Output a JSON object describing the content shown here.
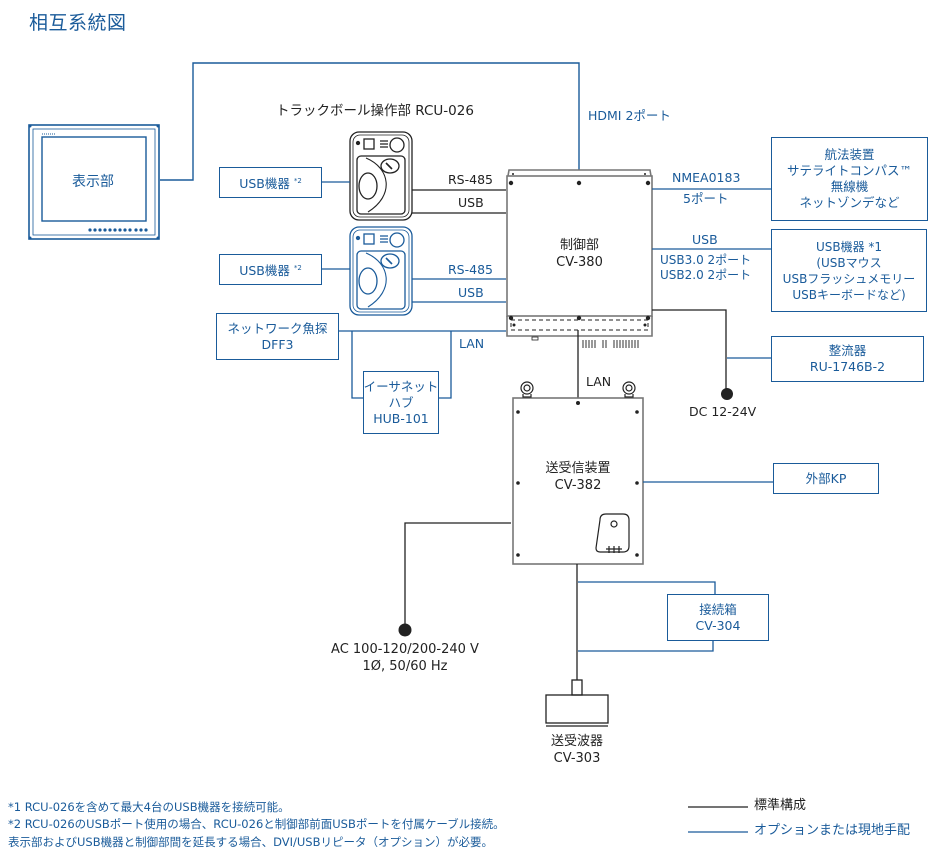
{
  "title": "相互系統図",
  "colors": {
    "standard_line": "#222222",
    "option_line": "#1a5b9a",
    "accent_text": "#1a5b9a",
    "device_outline": "#777777"
  },
  "display_unit": {
    "label": "表示部"
  },
  "trackball": {
    "title": "トラックボール操作部 RCU-026",
    "standard": {
      "rs485": "RS-485",
      "usb": "USB"
    },
    "optional": {
      "rs485": "RS-485",
      "usb": "USB"
    }
  },
  "usb_device_boxes": [
    {
      "label": "USB機器",
      "note": "*2"
    },
    {
      "label": "USB機器",
      "note": "*2"
    }
  ],
  "network_sounder": {
    "line1": "ネットワーク魚探",
    "line2": "DFF3"
  },
  "ethernet_hub": {
    "line1": "イーサネット",
    "line2": "ハブ",
    "line3": "HUB-101"
  },
  "lan_label_left": "LAN",
  "hdmi_label": "HDMI 2ポート",
  "control_unit": {
    "line1": "制御部",
    "line2": "CV-380"
  },
  "nmea": {
    "line1": "NMEA0183",
    "line2": "5ポート"
  },
  "nav_box": {
    "lines": [
      "航法装置",
      "サテライトコンパス™",
      "無線機",
      "ネットゾンデなど"
    ]
  },
  "usb_right": {
    "label": "USB",
    "line1": "USB3.0  2ポート",
    "line2": "USB2.0  2ポート"
  },
  "usb_box_right": {
    "lines": [
      "USB機器 *1",
      "(USBマウス",
      "USBフラッシュメモリー",
      "USBキーボードなど)"
    ]
  },
  "rectifier": {
    "line1": "整流器",
    "line2": "RU-1746B-2"
  },
  "dc_label": "DC 12-24V",
  "lan_label_center": "LAN",
  "transceiver": {
    "line1": "送受信装置",
    "line2": "CV-382"
  },
  "external_kp": {
    "label": "外部KP"
  },
  "ac_power": {
    "line1": "AC 100-120/200-240 V",
    "line2": "1Ø, 50/60 Hz"
  },
  "junction_box": {
    "line1": "接続箱",
    "line2": "CV-304"
  },
  "transducer": {
    "line1": "送受波器",
    "line2": "CV-303"
  },
  "footnotes": [
    "*1  RCU-026を含めて最大4台のUSB機器を接続可能。",
    "*2  RCU-026のUSBポート使用の場合、RCU-026と制御部前面USBポートを付属ケーブル接続。",
    "表示部およびUSB機器と制御部間を延長する場合、DVI/USBリピータ（オプション）が必要。"
  ],
  "legend": [
    {
      "label": "標準構成",
      "type": "standard"
    },
    {
      "label": "オプションまたは現地手配",
      "type": "option"
    }
  ]
}
